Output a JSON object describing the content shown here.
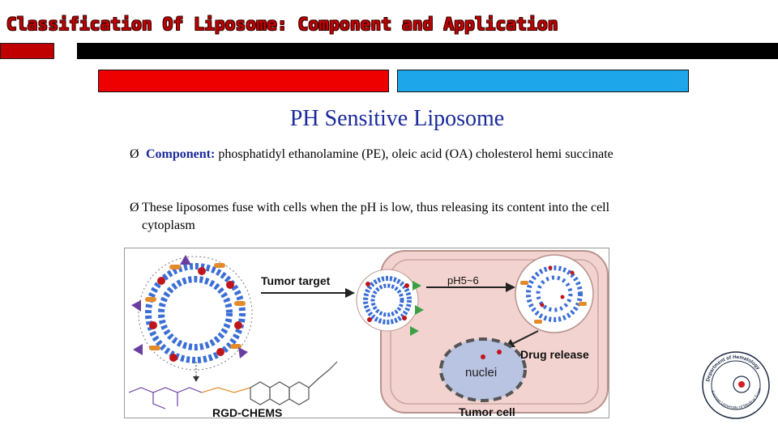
{
  "slide": {
    "title": "Classification Of Liposome: Component and Application",
    "heading": "PH Sensitive Liposome"
  },
  "bullets": [
    {
      "arrow": "Ø",
      "label": "Component:",
      "text": " phosphatidyl ethanolamine (PE), oleic acid (OA) cholesterol hemi succinate"
    },
    {
      "arrow": "Ø",
      "text": "These liposomes fuse with cells when the pH is low, thus releasing its content into the cell cytoplasm"
    }
  ],
  "figure": {
    "tumor_target": "Tumor target",
    "ph_label": "pH5~6",
    "drug_release": "Drug release",
    "nuclei": "nuclei",
    "rgd_chems": "RGD-CHEMS",
    "tumor_cell": "Tumor cell"
  },
  "logo": {
    "text_top": "Department of Hematology",
    "text_bottom": "Kerman University of Medical Sciences"
  },
  "colors": {
    "title_red": "#c00000",
    "heading_blue": "#1a2a9b",
    "bar_red": "#ee0000",
    "bar_blue": "#1ea6ea",
    "cell_pink": "#f2d3cf",
    "nucleus_blue": "#b9c3e2"
  }
}
